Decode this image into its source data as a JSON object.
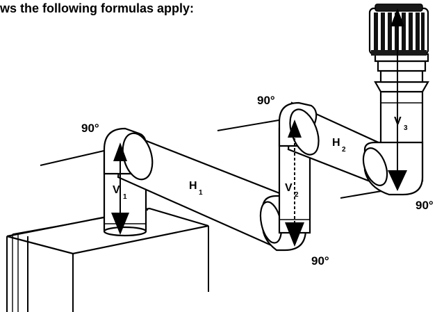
{
  "caption": "ws the following formulas apply:",
  "elbows": [
    {
      "label": "90°"
    },
    {
      "label": "90°"
    },
    {
      "label": "90°"
    },
    {
      "label": "90°"
    }
  ],
  "segments": {
    "v1": {
      "letter": "V",
      "sub": "1"
    },
    "h1": {
      "letter": "H",
      "sub": "1"
    },
    "v2": {
      "letter": "V",
      "sub": "2"
    },
    "h2": {
      "letter": "H",
      "sub": "2"
    },
    "v3": {
      "letter": "V",
      "sub": "3"
    }
  }
}
